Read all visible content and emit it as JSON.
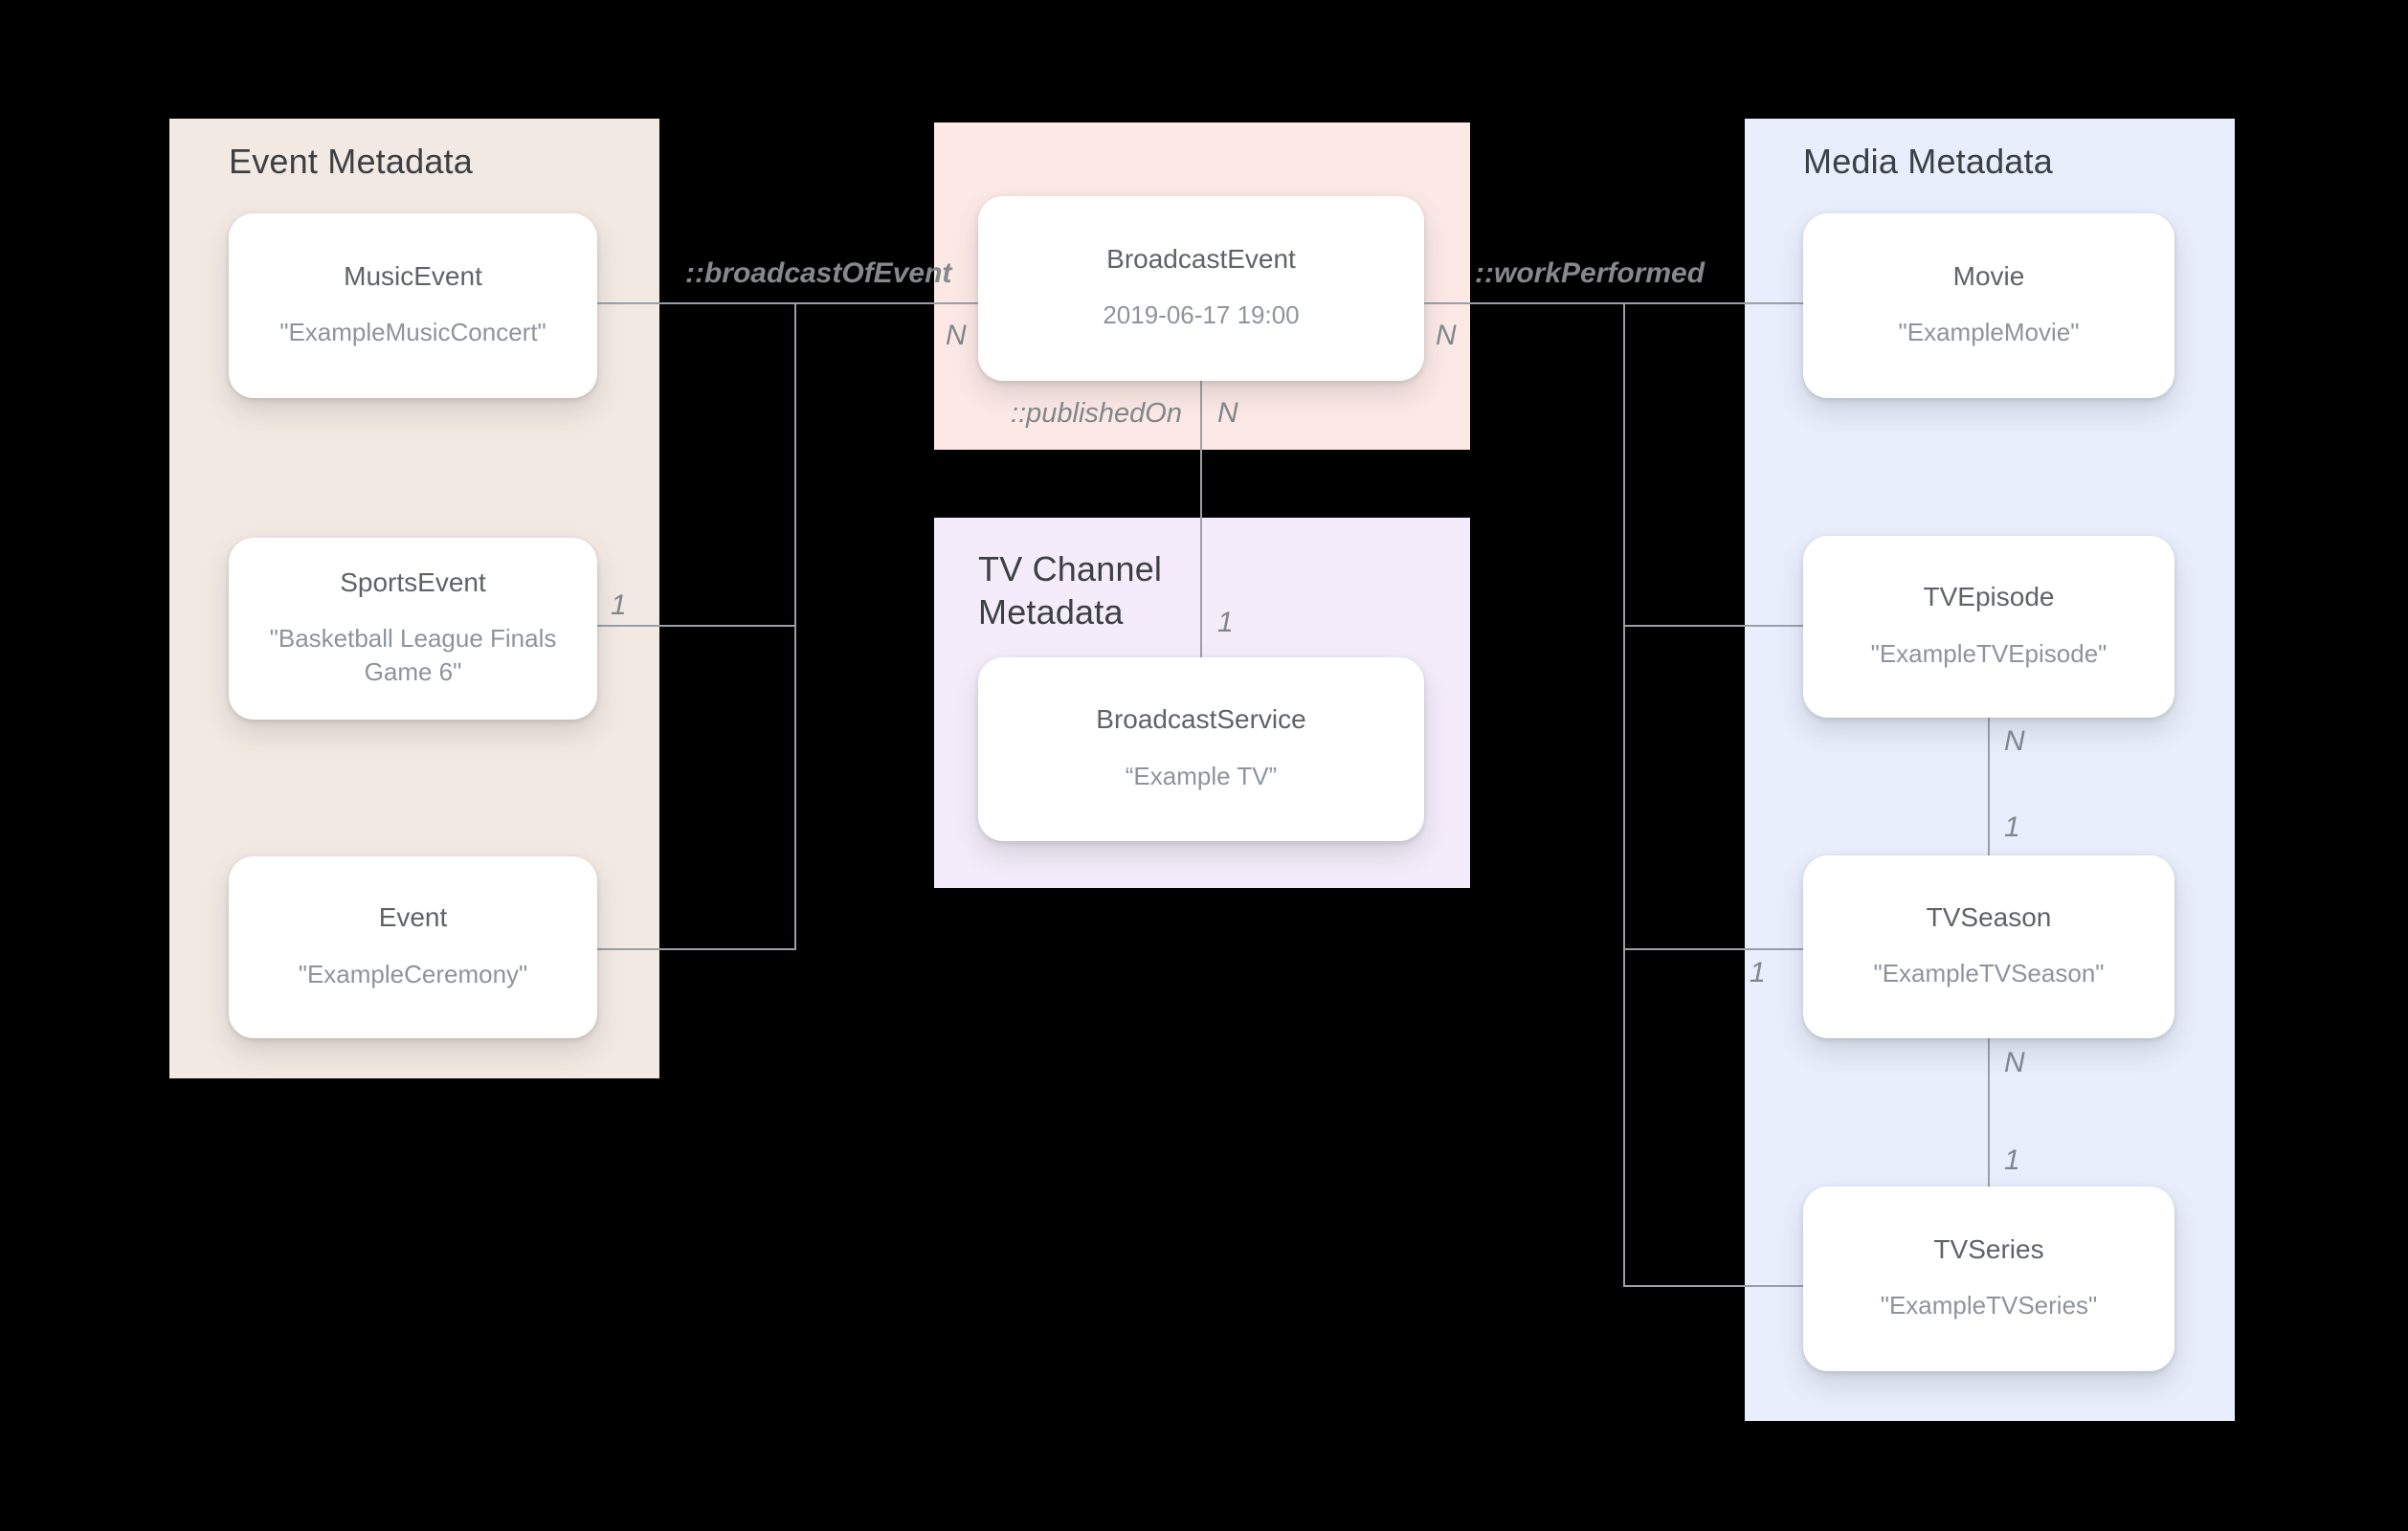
{
  "colors": {
    "bg": "#000000",
    "panel_event": "#f2e9e3",
    "panel_broadcast": "#fce9e6",
    "panel_tv_channel": "#f4ecfa",
    "panel_media": "#e8eefb",
    "card_bg": "#ffffff",
    "line": "#9aa0a6",
    "panel_title": "#3c4043",
    "card_title": "#5f6368",
    "card_value": "#8d949b",
    "label": "#80868b"
  },
  "panels": {
    "event": {
      "title": "Event Metadata"
    },
    "tv_channel": {
      "title_lines": [
        "TV Channel",
        "Metadata"
      ]
    },
    "media": {
      "title": "Media Metadata"
    }
  },
  "nodes": {
    "music_event": {
      "type": "MusicEvent",
      "value": "\"ExampleMusicConcert\""
    },
    "sports_event": {
      "type": "SportsEvent",
      "value": "\"Basketball League Finals Game 6\""
    },
    "event": {
      "type": "Event",
      "value": "\"ExampleCeremony\""
    },
    "broadcast_event": {
      "type": "BroadcastEvent",
      "value": "2019-06-17 19:00"
    },
    "broadcast_service": {
      "type": "BroadcastService",
      "value": "“Example TV”"
    },
    "movie": {
      "type": "Movie",
      "value": "\"ExampleMovie\""
    },
    "tv_episode": {
      "type": "TVEpisode",
      "value": "\"ExampleTVEpisode\""
    },
    "tv_season": {
      "type": "TVSeason",
      "value": "\"ExampleTVSeason\""
    },
    "tv_series": {
      "type": "TVSeries",
      "value": "\"ExampleTVSeries\""
    }
  },
  "relations": {
    "broadcast_of_event": "::broadcastOfEvent",
    "work_performed": "::workPerformed",
    "published_on": "::publishedOn"
  },
  "cardinalities": {
    "broadcast_event_left": "N",
    "broadcast_event_right": "N",
    "published_on_top": "N",
    "published_on_bottom": "1",
    "sports_event": "1",
    "tv_season_left": "1",
    "episode_season_top": "N",
    "episode_season_bottom": "1",
    "season_series_top": "N",
    "season_series_bottom": "1"
  }
}
